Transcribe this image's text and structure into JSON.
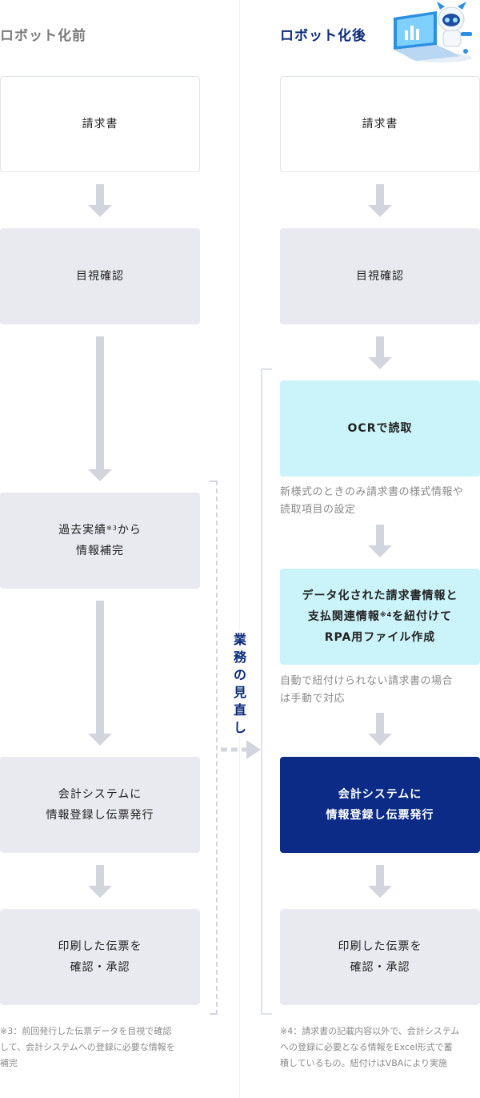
{
  "left": {
    "title": "ロボット化前",
    "boxes": {
      "invoice": "請求書",
      "visual_check": "目視確認",
      "past_line1": "過去実績",
      "past_note_ref": "※3",
      "past_line1b": "から",
      "past_line2": "情報補完",
      "register_line1": "会計システムに",
      "register_line2": "情報登録し伝票発行",
      "print_line1": "印刷した伝票を",
      "print_line2": "確認・承認"
    },
    "footnote": [
      "※3：前回発行した伝票データを目視で確認",
      "して、会計システムへの登録に必要な情報を",
      "補完"
    ]
  },
  "right": {
    "title": "ロボット化後",
    "boxes": {
      "invoice": "請求書",
      "visual_check": "目視確認",
      "ocr": "OCRで読取",
      "data_line1": "データ化された請求書情報と",
      "data_line2a": "支払関連情報",
      "data_note_ref": "※4",
      "data_line2b": "を紐付けて",
      "data_line3": "RPA用ファイル作成",
      "register_line1": "会計システムに",
      "register_line2": "情報登録し伝票発行",
      "print_line1": "印刷した伝票を",
      "print_line2": "確認・承認"
    },
    "notes": {
      "ocr_note_line1": "新様式のときのみ請求書の様式情報や",
      "ocr_note_line2": "読取項目の設定",
      "link_note_line1": "自動で紐付けられない請求書の場合",
      "link_note_line2": "は手動で対応"
    },
    "footnote": [
      "※4：請求書の記載内容以外で、会計システム",
      "への登録に必要となる情報をExcel形式で蓄",
      "積しているもの。紐付けはVBAにより実施"
    ]
  },
  "review_label": [
    "業",
    "務",
    "の",
    "見",
    "直",
    "し"
  ],
  "colors": {
    "navy": "#0b2b86",
    "cyan": "#cbf4fa",
    "gray_box": "#e9eaef",
    "arrow": "#d2d5dd"
  },
  "icons": {
    "robot": "robot-mascot-with-laptop"
  }
}
